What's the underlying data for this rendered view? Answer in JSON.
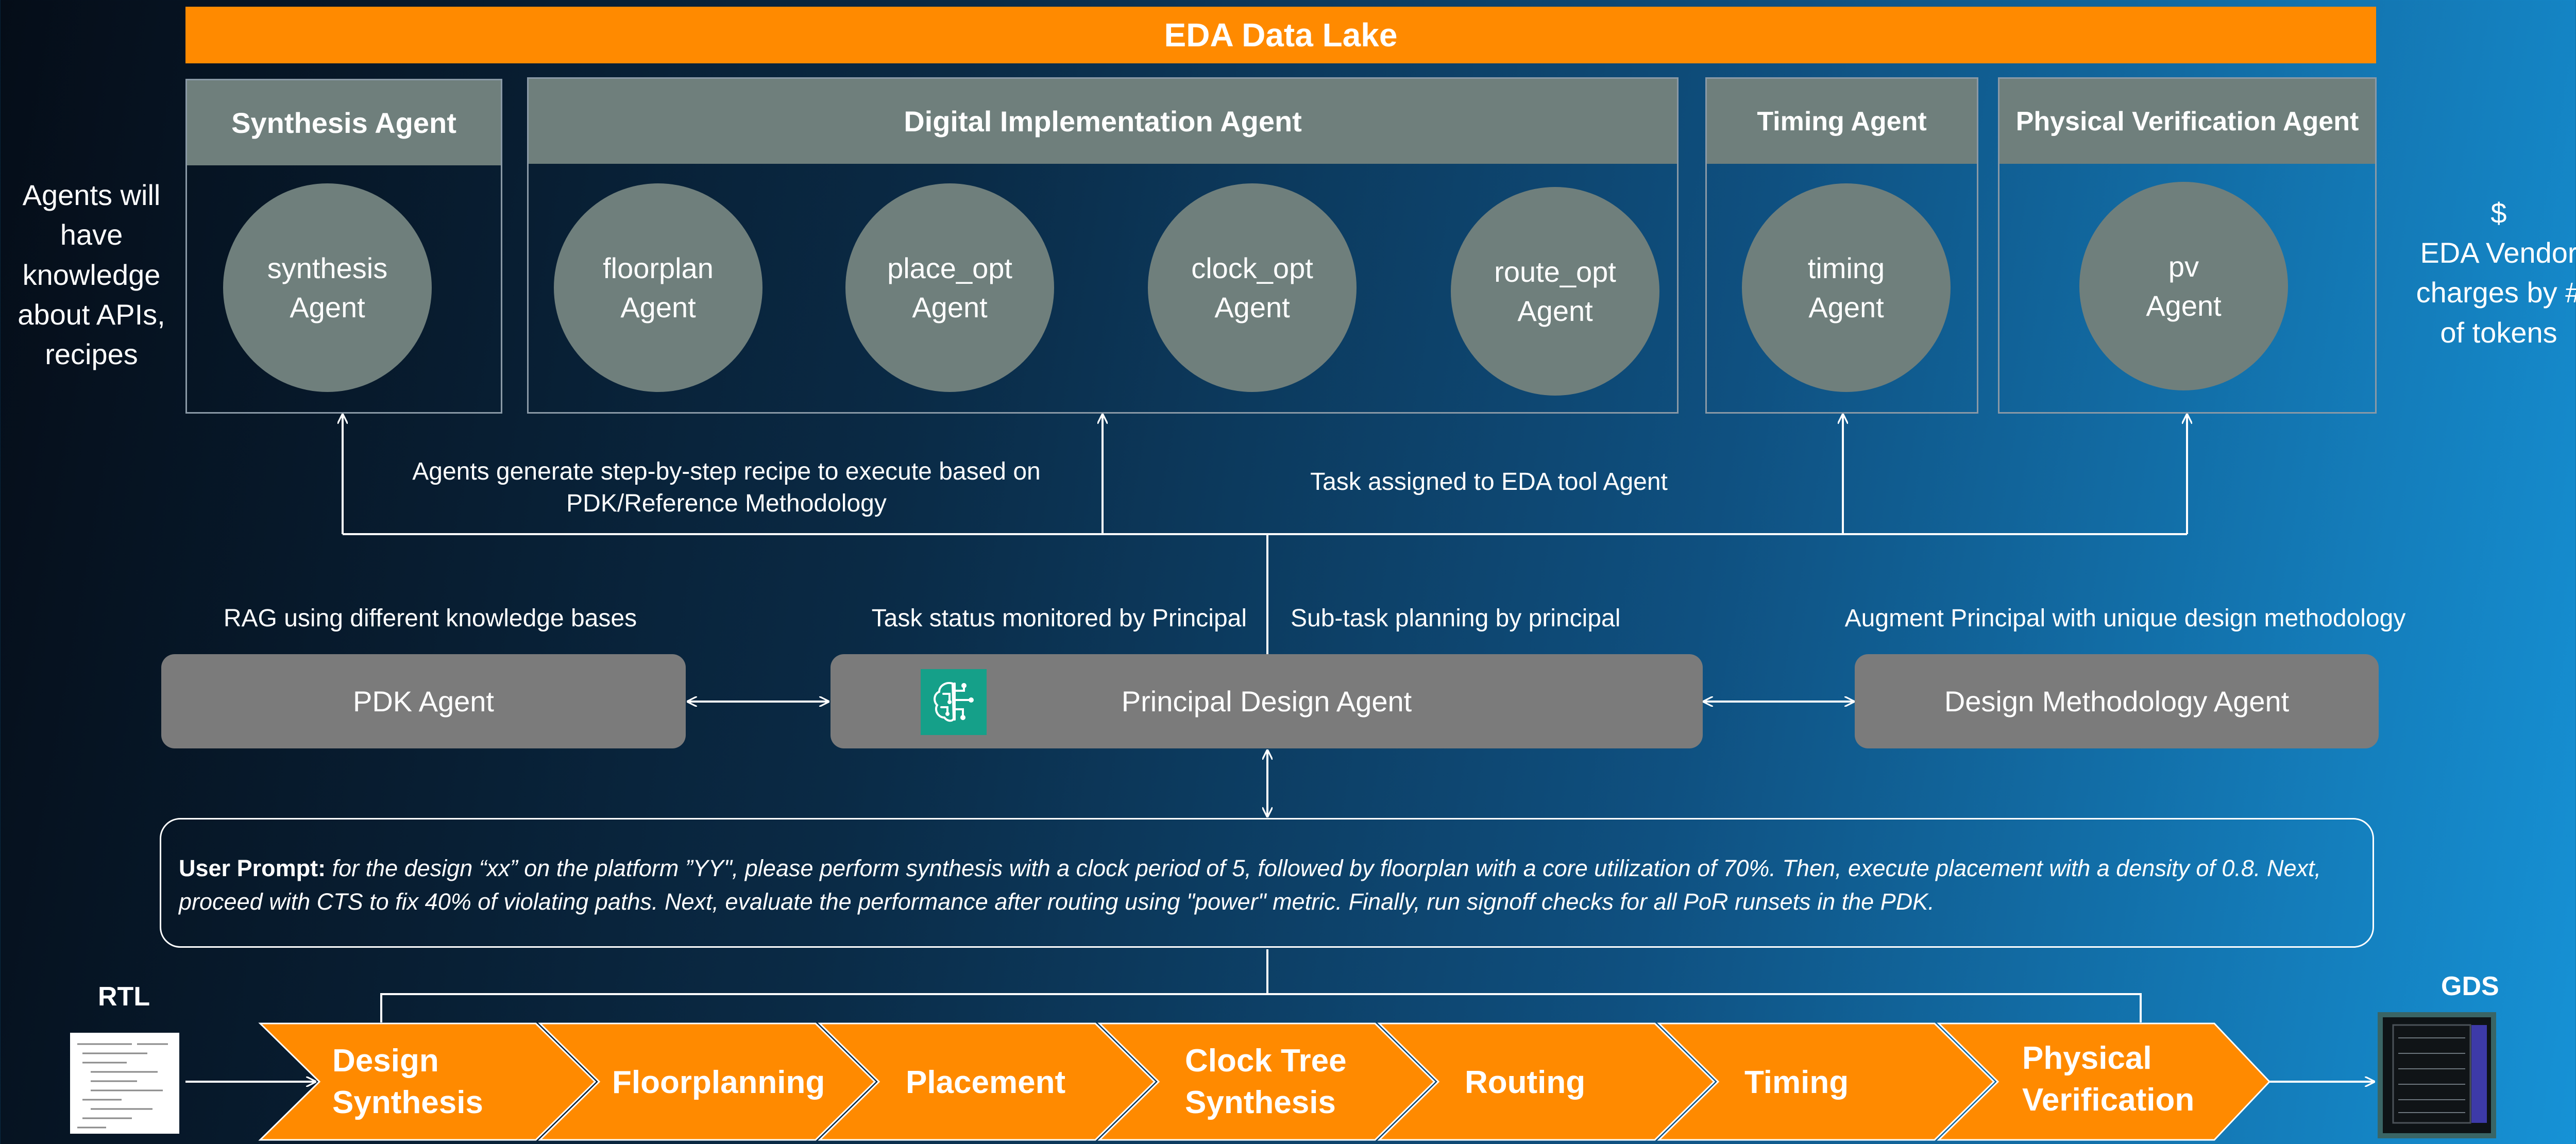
{
  "banner": {
    "title": "EDA Data Lake"
  },
  "side_notes": {
    "left": "Agents will have knowledge about APIs, recipes",
    "right_symbol": "$",
    "right": "EDA Vendor charges by # of tokens"
  },
  "groups": {
    "synthesis": {
      "title": "Synthesis Agent",
      "agents": [
        {
          "line1": "synthesis",
          "line2": "Agent"
        }
      ]
    },
    "digital_impl": {
      "title": "Digital Implementation Agent",
      "agents": [
        {
          "line1": "floorplan",
          "line2": "Agent"
        },
        {
          "line1": "place_opt",
          "line2": "Agent"
        },
        {
          "line1": "clock_opt",
          "line2": "Agent"
        },
        {
          "line1": "route_opt",
          "line2": "Agent"
        }
      ]
    },
    "timing": {
      "title": "Timing Agent",
      "agents": [
        {
          "line1": "timing",
          "line2": "Agent"
        }
      ]
    },
    "pv": {
      "title": "Physical Verification Agent",
      "agents": [
        {
          "line1": "pv",
          "line2": "Agent"
        }
      ]
    }
  },
  "annotations": {
    "recipe": "Agents generate step-by-step recipe to execute based on PDK/Reference Methodology",
    "assigned": "Task assigned to EDA tool Agent",
    "rag": "RAG using different knowledge bases",
    "monitored": "Task status monitored by Principal",
    "subtask": "Sub-task planning by principal",
    "augment": "Augment Principal with unique design methodology"
  },
  "middle_agents": {
    "pdk": "PDK Agent",
    "principal": "Principal Design Agent",
    "methodology": "Design Methodology Agent"
  },
  "prompt": {
    "label": "User Prompt:",
    "text": "for the design “xx” on the platform ”YY\", please perform synthesis with a clock period of 5, followed by floorplan with a core utilization of 70%. Then, execute placement with a density of 0.8. Next, proceed with CTS to fix 40% of violating paths. Next, evaluate the performance after routing using \"power\" metric. Finally, run signoff checks for all PoR runsets in the PDK."
  },
  "flow": {
    "input_label": "RTL",
    "output_label": "GDS",
    "stages": [
      {
        "line1": "Design",
        "line2": "Synthesis"
      },
      {
        "line1": "Floorplanning",
        "line2": ""
      },
      {
        "line1": "Placement",
        "line2": ""
      },
      {
        "line1": "Clock Tree",
        "line2": "Synthesis"
      },
      {
        "line1": "Routing",
        "line2": ""
      },
      {
        "line1": "Timing",
        "line2": ""
      },
      {
        "line1": "Physical",
        "line2": "Verification"
      }
    ]
  },
  "colors": {
    "accent_orange": "#ff8a00",
    "agent_gray": "#6f7f7c",
    "pill_gray": "#7b7b7b",
    "icon_teal": "#15a089"
  }
}
